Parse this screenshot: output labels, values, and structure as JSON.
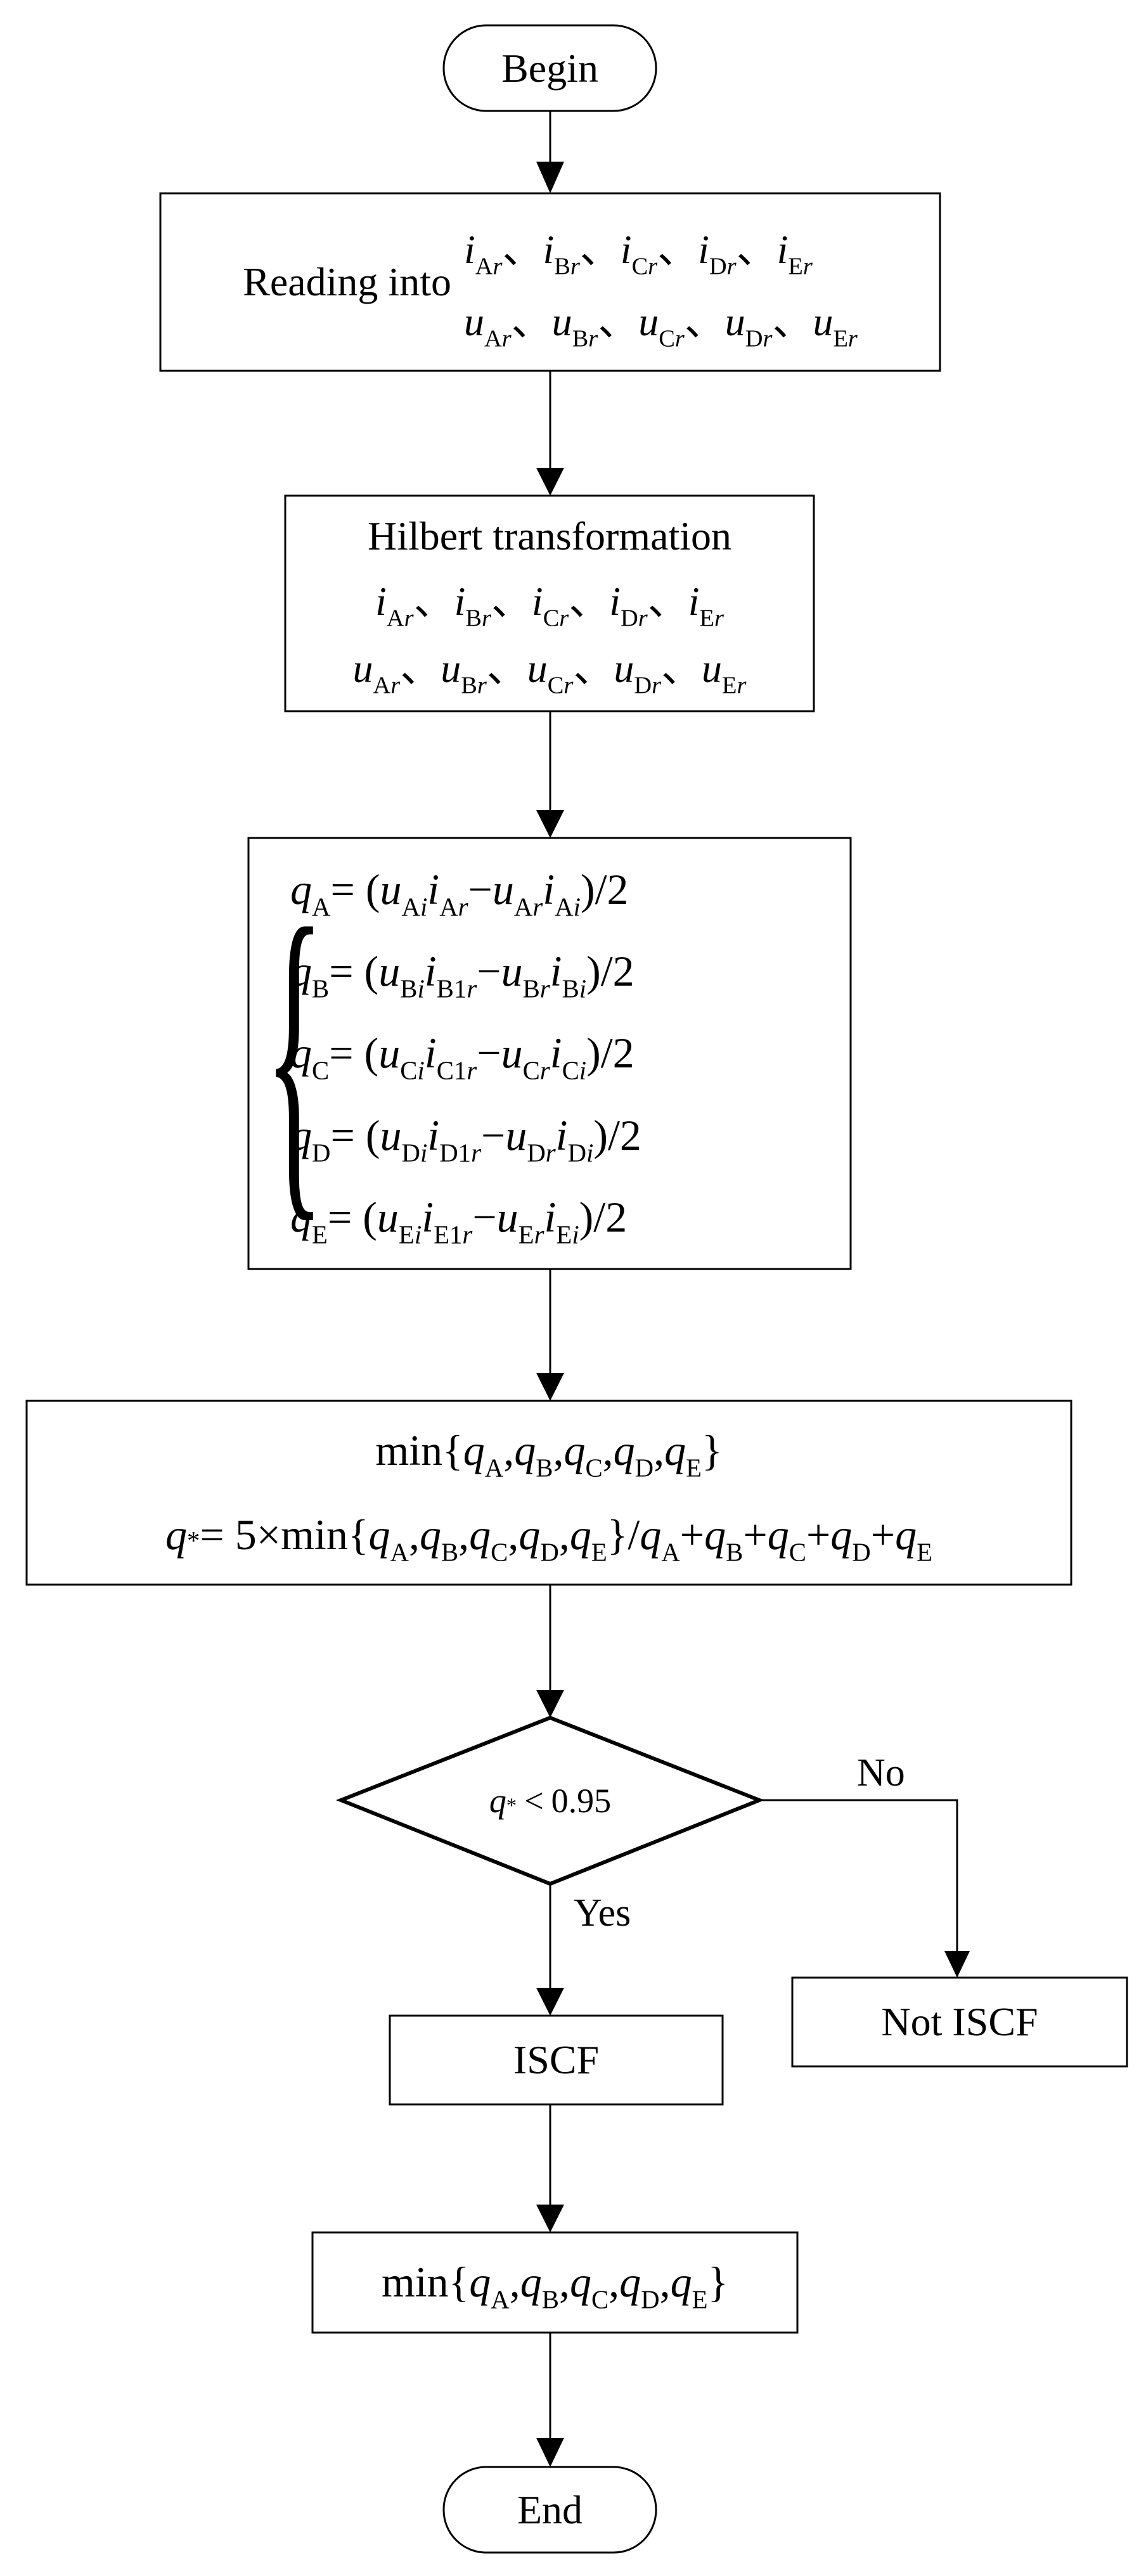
{
  "nodes": {
    "begin": "Begin",
    "read_label": "Reading into",
    "read_i": [
      "A",
      "B",
      "C",
      "D",
      "E"
    ],
    "read_u": [
      "A",
      "B",
      "C",
      "D",
      "E"
    ],
    "hilbert_title": "Hilbert transformation",
    "sep": "、",
    "reactive_eqs": [
      {
        "q": "A",
        "i1": "A",
        "ur": "A",
        "ii": "A"
      },
      {
        "q": "B",
        "i1": "B1",
        "ur": "B",
        "ii": "B"
      },
      {
        "q": "C",
        "i1": "C1",
        "ur": "C",
        "ii": "C"
      },
      {
        "q": "D",
        "i1": "D1",
        "ur": "D",
        "ii": "D"
      },
      {
        "q": "E",
        "i1": "E1",
        "ur": "E",
        "ii": "E"
      }
    ],
    "min_func": "min",
    "q_subs": [
      "A",
      "B",
      "C",
      "D",
      "E"
    ],
    "q_star_coeff": "5",
    "condition_threshold": "0.95",
    "iscf": "ISCF",
    "not_iscf": "Not ISCF",
    "end": "End"
  },
  "edge_labels": {
    "yes": "Yes",
    "no": "No"
  }
}
